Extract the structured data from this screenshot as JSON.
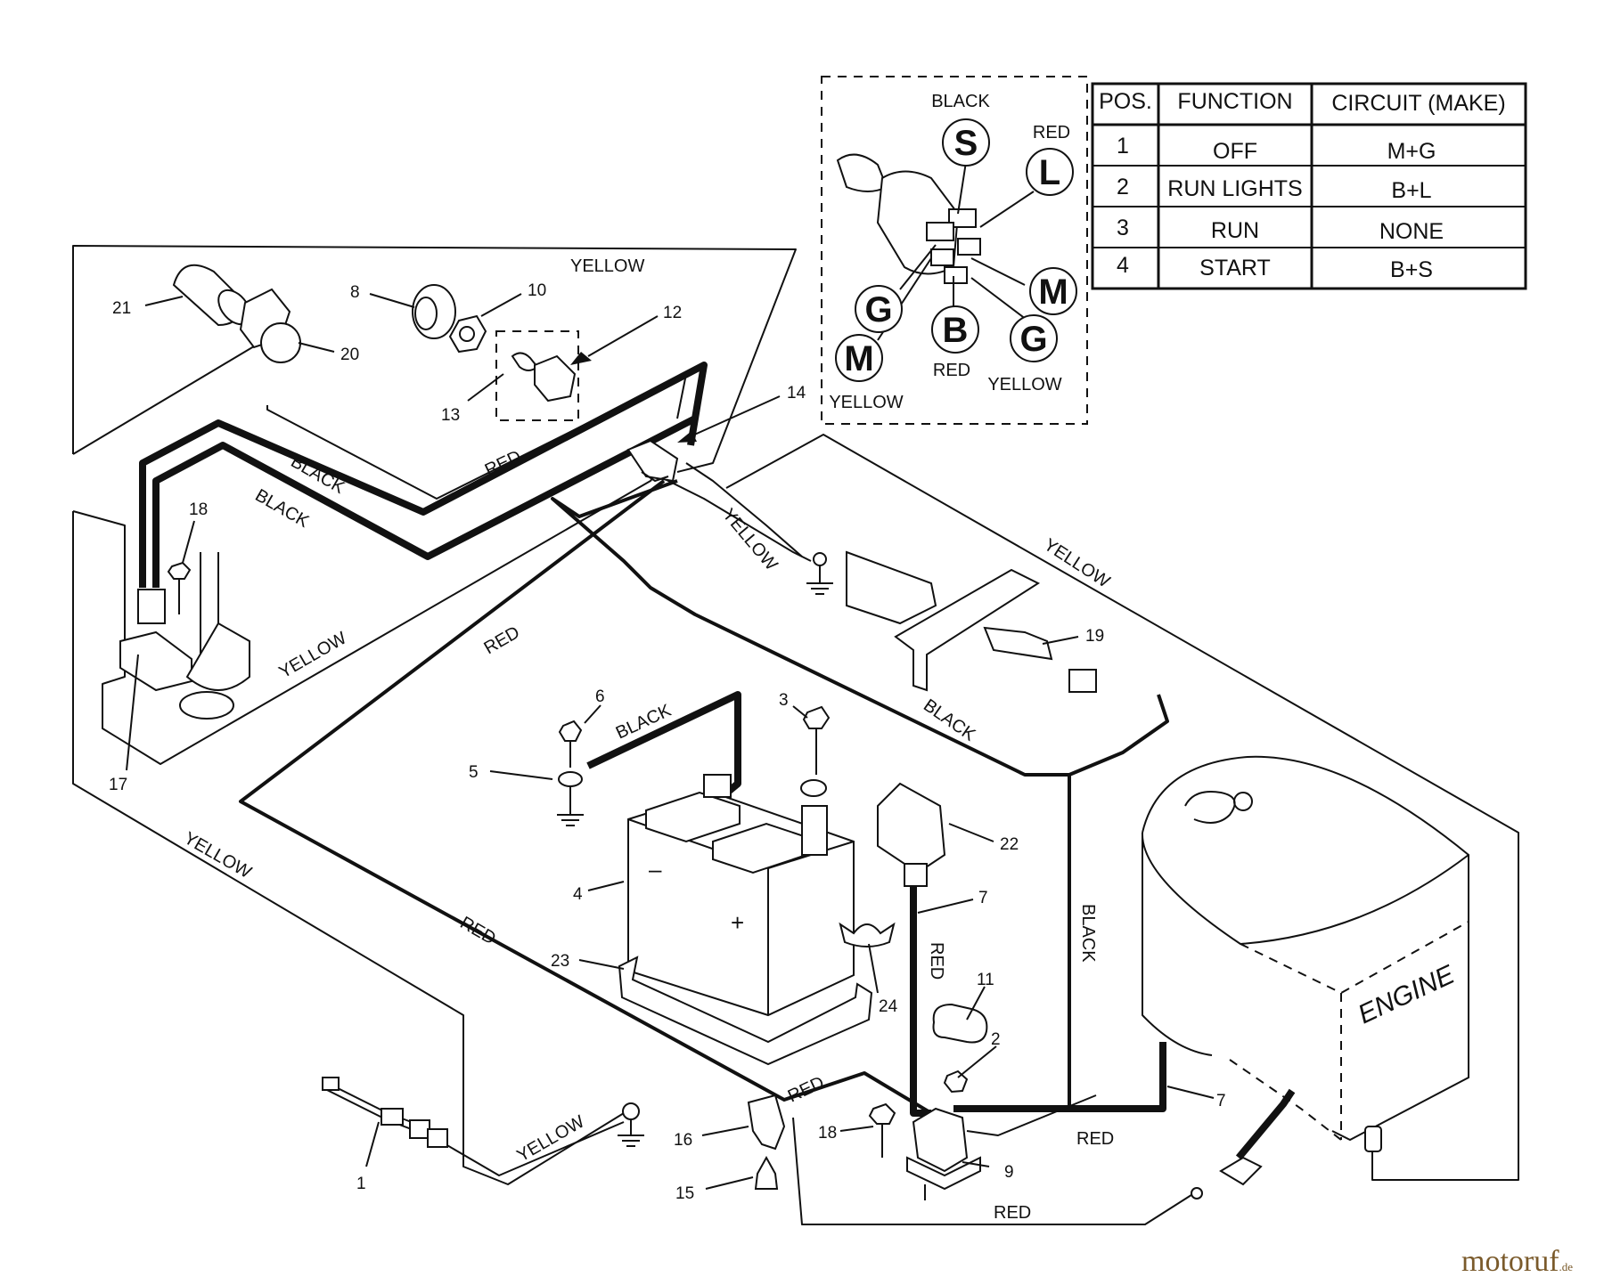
{
  "switch_table": {
    "headers": [
      "POS.",
      "FUNCTION",
      "CIRCUIT  (MAKE)"
    ],
    "rows": [
      [
        "1",
        "OFF",
        "M+G"
      ],
      [
        "2",
        "RUN LIGHTS",
        "B+L"
      ],
      [
        "3",
        "RUN",
        "NONE"
      ],
      [
        "4",
        "START",
        "B+S"
      ]
    ]
  },
  "terminals": {
    "s": "S",
    "l": "L",
    "m_right": "M",
    "g_left": "G",
    "b": "B",
    "g_right": "G",
    "m_left": "M"
  },
  "terminal_wire_colors": {
    "black": "BLACK",
    "red_top": "RED",
    "red_bottom": "RED",
    "yellow_left": "YELLOW",
    "yellow_right": "YELLOW"
  },
  "wire_labels": {
    "yellow": "YELLOW",
    "black": "BLACK",
    "red": "RED"
  },
  "engine_label": "ENGINE",
  "part_numbers": [
    "1",
    "2",
    "3",
    "4",
    "5",
    "6",
    "7",
    "8",
    "9",
    "10",
    "11",
    "12",
    "13",
    "14",
    "15",
    "16",
    "17",
    "18",
    "19",
    "20",
    "21",
    "22",
    "23",
    "24"
  ],
  "brand": {
    "name": "motoruf",
    "suffix": ".de"
  },
  "colors": {
    "ink": "#111111",
    "brand": "#7a5a2b"
  }
}
